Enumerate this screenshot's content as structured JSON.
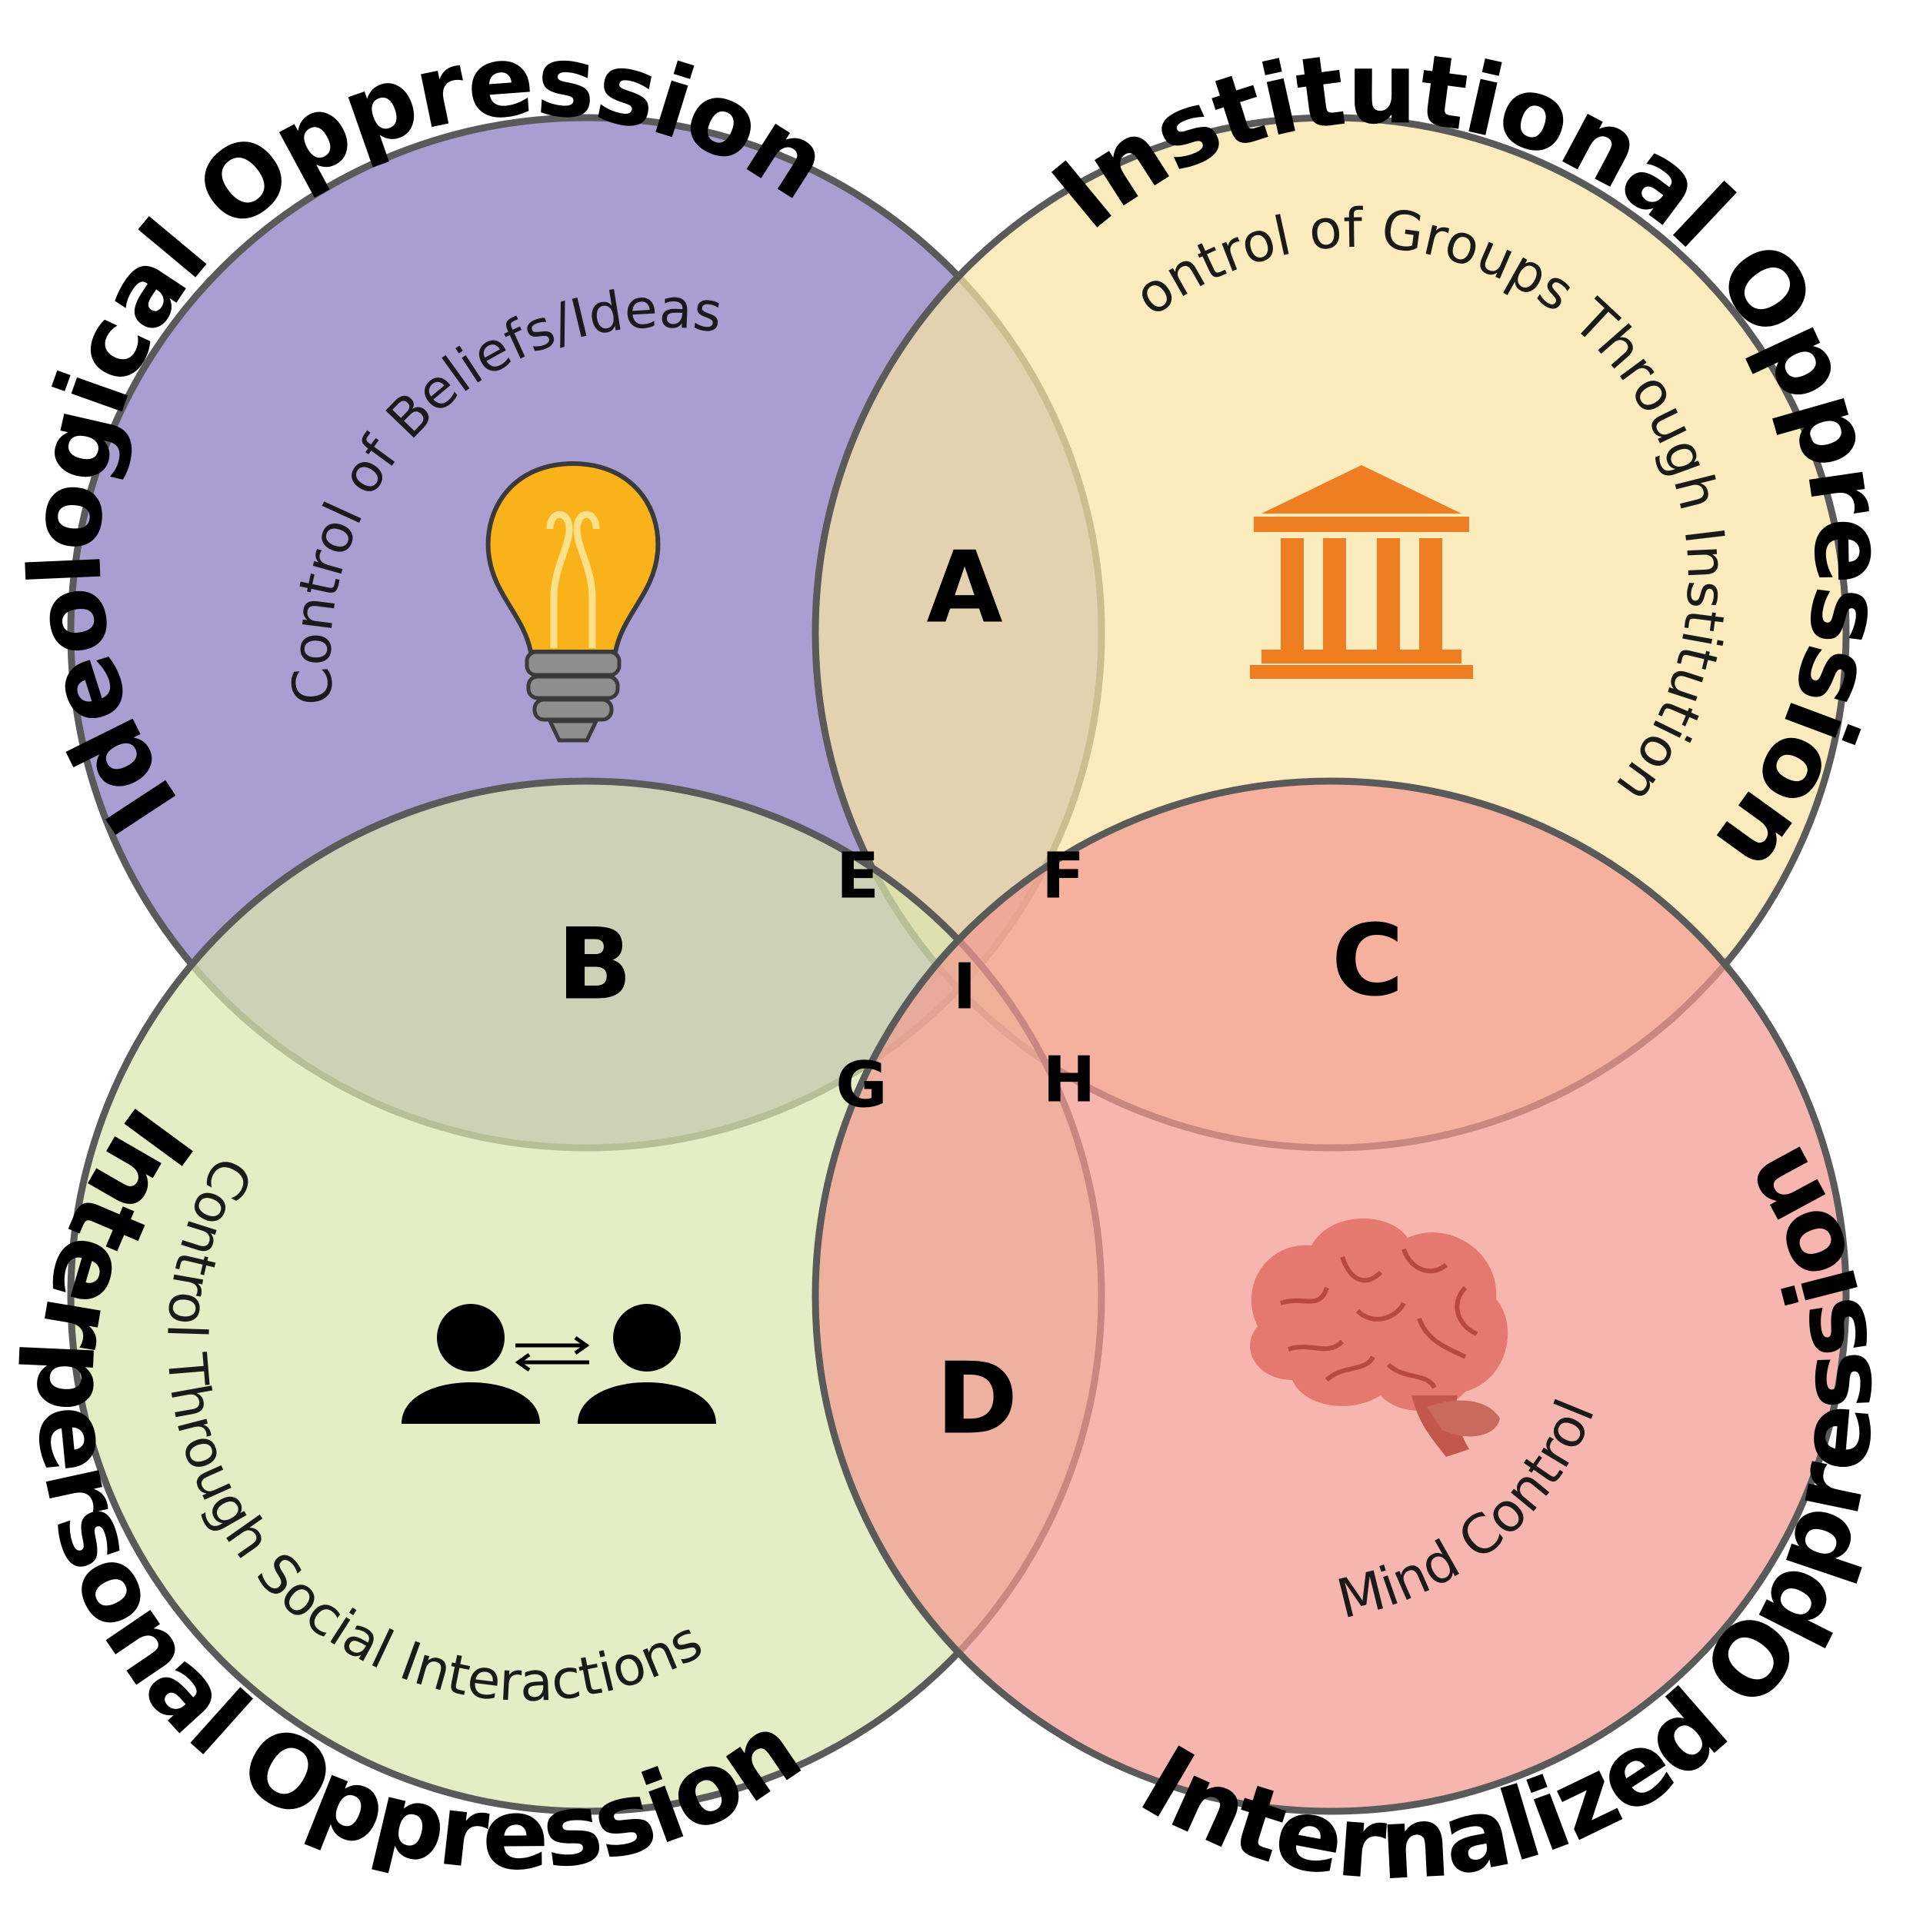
{
  "circles": [
    {
      "id": "ideological",
      "title": "Ideological Oppression",
      "subtitle": "Control of Beliefs/Ideas",
      "icon": "lightbulb-icon",
      "color": "#8878bf"
    },
    {
      "id": "institutional",
      "title": "Institutional Oppression",
      "subtitle": "Control of Groups Through Institutions",
      "icon": "bank-building-icon",
      "color": "#fbe4a3"
    },
    {
      "id": "interpersonal",
      "title": "Interpersonal Oppression",
      "subtitle": "Control Through Social Interactions",
      "icon": "people-exchange-icon",
      "color": "#dbe6ad"
    },
    {
      "id": "internalized",
      "title": "Internalized Oppression",
      "subtitle": "Mind Control",
      "icon": "brain-icon",
      "color": "#f29a90"
    }
  ],
  "regions": {
    "A": "A",
    "B": "B",
    "C": "C",
    "D": "D",
    "E": "E",
    "F": "F",
    "G": "G",
    "H": "H",
    "I": "I"
  },
  "colors": {
    "outline": "#5a5a5a",
    "icon_orange": "#ef7d22",
    "bulb_yellow": "#f9b21a",
    "bulb_grey": "#8e8e8e",
    "brain_pink": "#e5786f"
  }
}
